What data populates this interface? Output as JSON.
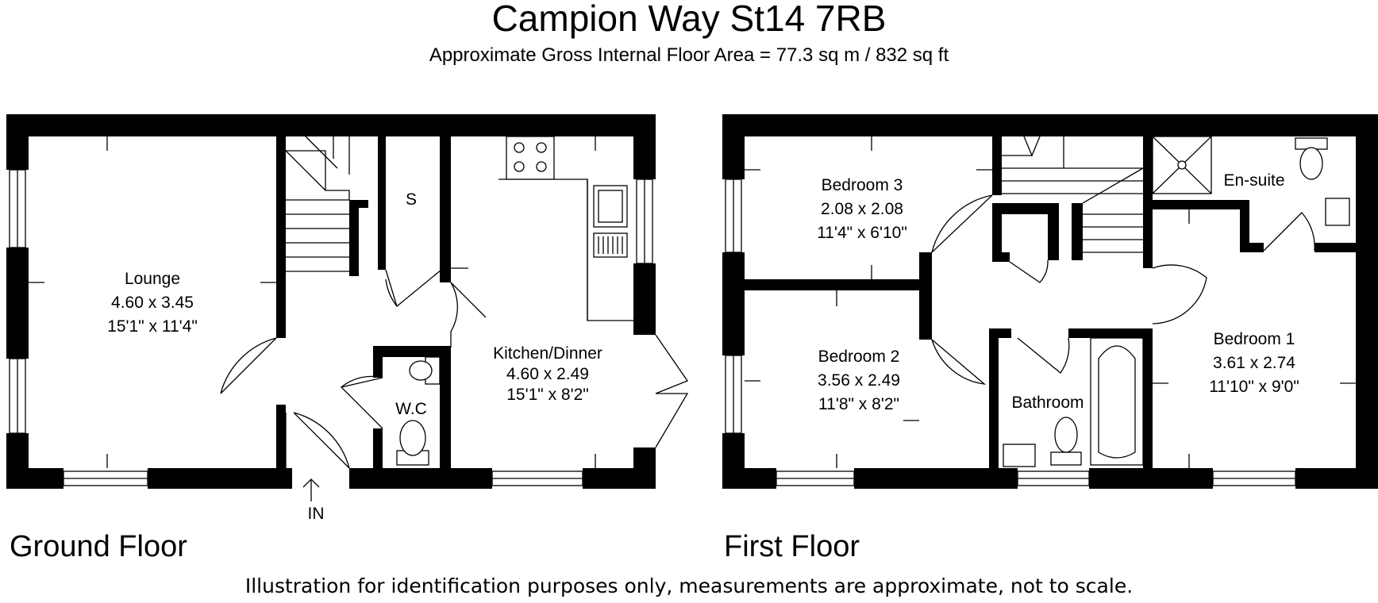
{
  "header": {
    "title": "Campion Way St14 7RB",
    "subtitle": "Approximate Gross Internal Floor Area = 77.3 sq m / 832 sq ft"
  },
  "ground_floor": {
    "label": "Ground Floor",
    "entrance": "IN",
    "rooms": {
      "lounge": {
        "name": "Lounge",
        "metric": "4.60 x 3.45",
        "imperial": "15'1\" x 11'4\""
      },
      "storage": {
        "name": "S"
      },
      "kitchen": {
        "name": "Kitchen/Dinner",
        "metric": "4.60 x 2.49",
        "imperial": "15'1\" x 8'2\""
      },
      "wc": {
        "name": "W.C"
      }
    }
  },
  "first_floor": {
    "label": "First Floor",
    "rooms": {
      "bedroom3": {
        "name": "Bedroom 3",
        "metric": "2.08 x 2.08",
        "imperial": "11'4\" x 6'10\""
      },
      "bedroom2": {
        "name": "Bedroom 2",
        "metric": "3.56 x 2.49",
        "imperial": "11'8\" x 8'2\""
      },
      "bedroom1": {
        "name": "Bedroom 1",
        "metric": "3.61 x 2.74",
        "imperial": "11'10\" x 9'0\""
      },
      "ensuite": {
        "name": "En-suite"
      },
      "bathroom": {
        "name": "Bathroom"
      }
    }
  },
  "footer": {
    "disclaimer": "Illustration for identification purposes only, measurements are approximate, not to scale."
  }
}
